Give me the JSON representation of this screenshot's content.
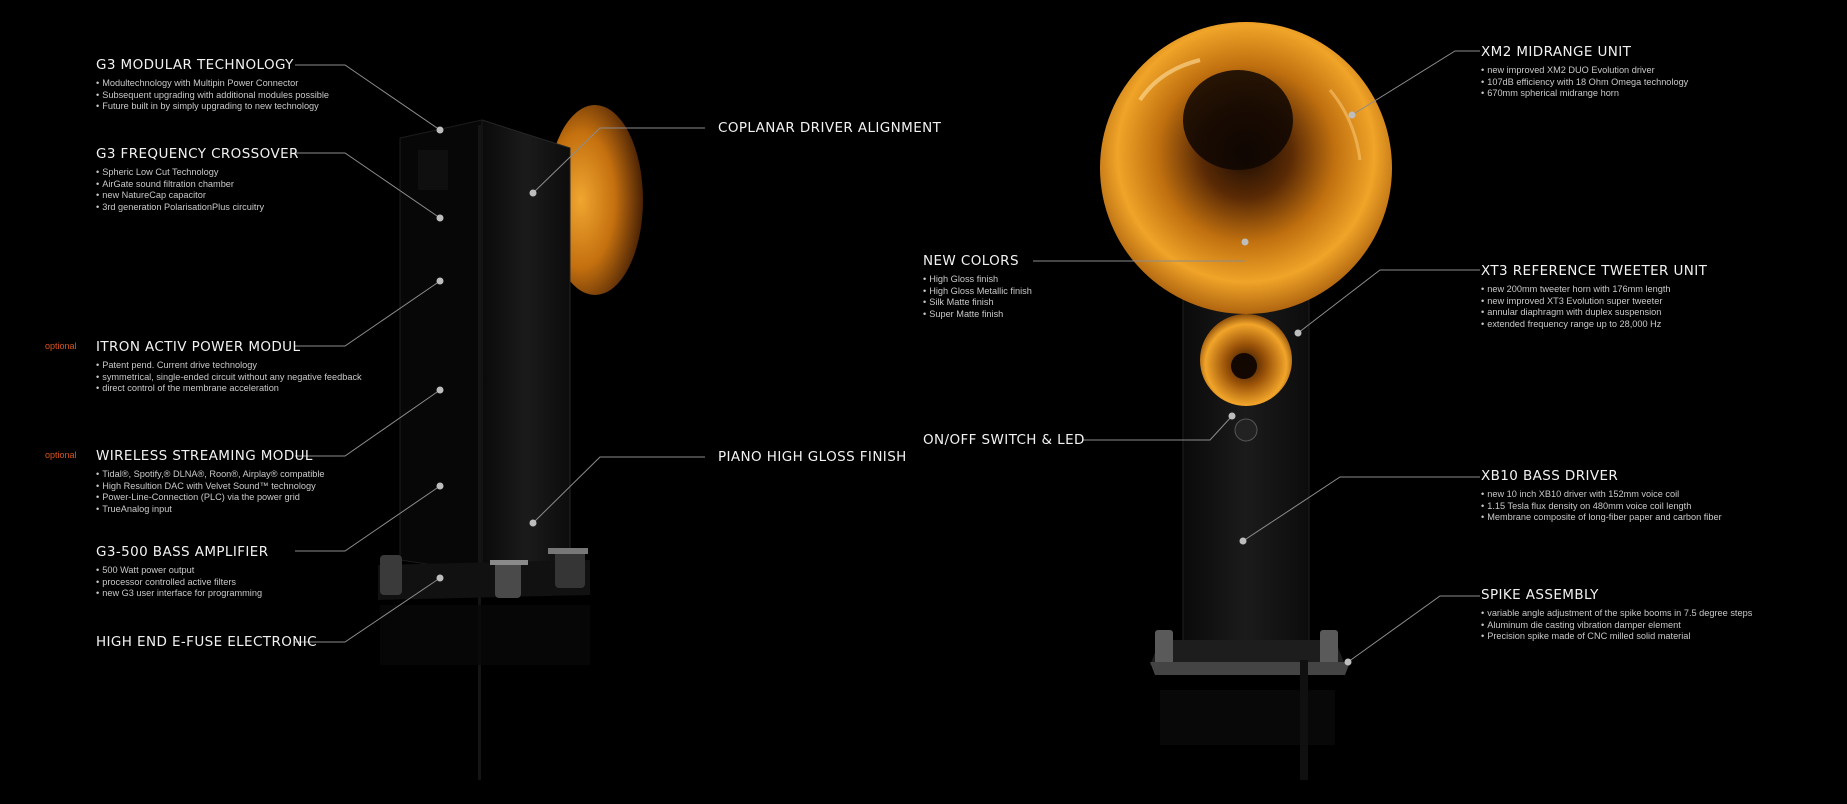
{
  "accent_color": "#d9541e",
  "horn_color": "#e79a1f",
  "left_features": [
    {
      "title": "G3 MODULAR TECHNOLOGY",
      "bullets": [
        "Modultechnology with Multipin Power Connector",
        "Subsequent upgrading with additional modules possible",
        "Future built in by simply upgrading to new technology"
      ]
    },
    {
      "title": "G3 FREQUENCY CROSSOVER",
      "bullets": [
        "Spheric Low Cut Technology",
        "AirGate sound filtration chamber",
        "new NatureCap capacitor",
        "3rd generation PolarisationPlus circuitry"
      ]
    },
    {
      "title": "ITRON ACTIV POWER MODUL",
      "tag": "optional",
      "bullets": [
        "Patent pend. Current drive technology",
        "symmetrical, single-ended circuit without any negative feedback",
        "direct control of the membrane acceleration"
      ]
    },
    {
      "title": "WIRELESS STREAMING MODUL",
      "tag": "optional",
      "bullets": [
        "Tidal®, Spotify,® DLNA®, Roon®, Airplay® compatible",
        "High Resultion DAC with Velvet Sound™ technology",
        "Power-Line-Connection (PLC) via the power grid",
        "TrueAnalog input"
      ]
    },
    {
      "title": "G3-500 BASS AMPLIFIER",
      "bullets": [
        "500 Watt power output",
        "processor controlled active filters",
        "new G3 user interface for programming"
      ]
    },
    {
      "title": "HIGH END E-FUSE ELECTRONIC",
      "bullets": []
    }
  ],
  "center_labels": {
    "coplanar": "COPLANAR DRIVER ALIGNMENT",
    "piano": "PIANO HIGH GLOSS FINISH",
    "new_colors": {
      "title": "NEW COLORS",
      "bullets": [
        "High Gloss finish",
        "High Gloss Metallic finish",
        "Silk Matte finish",
        "Super Matte finish"
      ]
    },
    "switch": "ON/OFF SWITCH & LED"
  },
  "right_features": [
    {
      "title": "XM2 MIDRANGE UNIT",
      "bullets": [
        "new improved XM2 DUO Evolution driver",
        "107dB efficiency with 18 Ohm Omega technology",
        "670mm spherical midrange horn"
      ]
    },
    {
      "title": "XT3 REFERENCE TWEETER UNIT",
      "bullets": [
        "new 200mm tweeter horn with 176mm length",
        "new improved XT3 Evolution super tweeter",
        "annular diaphragm with duplex suspension",
        "extended frequency range up to 28,000 Hz"
      ]
    },
    {
      "title": "XB10 BASS DRIVER",
      "bullets": [
        "new 10 inch XB10 driver with 152mm voice coil",
        "1.15 Tesla flux density on 480mm voice coil length",
        "Membrane composite of long-fiber paper and carbon fiber"
      ]
    },
    {
      "title": "SPIKE ASSEMBLY",
      "bullets": [
        "variable angle adjustment of the spike booms in 7.5 degree steps",
        "Aluminum die casting vibration damper element",
        "Precision spike made of CNC milled solid material"
      ]
    }
  ]
}
